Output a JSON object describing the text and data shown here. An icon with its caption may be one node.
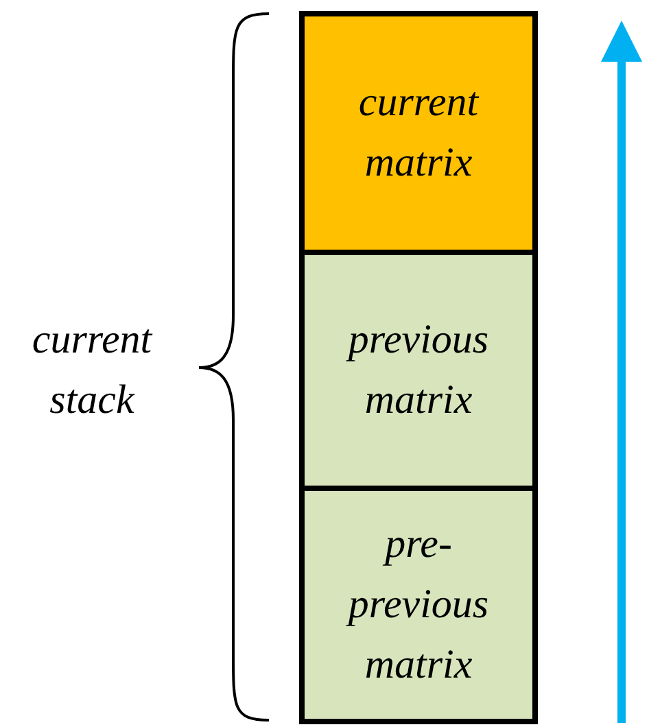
{
  "diagram": {
    "nodes": [
      {
        "text": [
          "current matrix"
        ]
      },
      {
        "text": [
          "previous matrix"
        ]
      },
      {
        "text": [
          "pre-previous matrix"
        ]
      }
    ],
    "labels": [
      "current stack"
    ]
  }
}
